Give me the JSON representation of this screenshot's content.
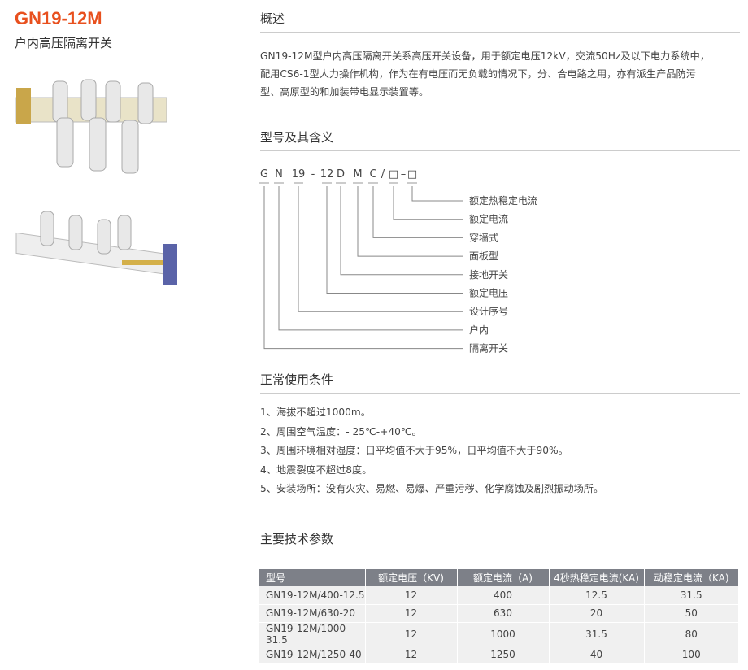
{
  "header": {
    "title": "GN19-12M",
    "subtitle": "户内高压隔离开关"
  },
  "overview": {
    "heading": "概述",
    "lines": [
      "GN19-12M型户内高压隔离开关系高压开关设备，用于额定电压12kV，交流50Hz及以下电力系统中，",
      "配用CS6-1型人力操作机构，作为在有电压而无负载的情况下，分、合电路之用，亦有派生产品防污",
      "型、高原型的和加装带电显示装置等。"
    ]
  },
  "model": {
    "heading": "型号及其含义",
    "codes": [
      "G",
      "N",
      "19",
      "-",
      "12",
      "D",
      "M",
      "C",
      "/",
      "□",
      "–",
      "□"
    ],
    "labels": [
      "额定热稳定电流",
      "额定电流",
      "穿墙式",
      "面板型",
      "接地开关",
      "额定电压",
      "设计序号",
      "户内",
      "隔离开关"
    ]
  },
  "conditions": {
    "heading": "正常使用条件",
    "items": [
      "1、海拔不超过1000m。",
      "2、周围空气温度：- 25℃-+40℃。",
      "3、周围环境相对湿度：日平均值不大于95%，日平均值不大于90%。",
      "4、地震裂度不超过8度。",
      "5、安装场所：没有火灾、易燃、易爆、严重污秽、化学腐蚀及剧烈振动场所。"
    ]
  },
  "specs": {
    "heading": "主要技术参数",
    "columns": [
      "型号",
      "额定电压（KV)",
      "额定电流（A)",
      "4秒热稳定电流(KA)",
      "动稳定电流（KA)"
    ],
    "rows": [
      [
        "GN19-12M/400-12.5",
        "12",
        "400",
        "12.5",
        "31.5"
      ],
      [
        "GN19-12M/630-20",
        "12",
        "630",
        "20",
        "50"
      ],
      [
        "GN19-12M/1000-31.5",
        "12",
        "1000",
        "31.5",
        "80"
      ],
      [
        "GN19-12M/1250-40",
        "12",
        "1250",
        "40",
        "100"
      ]
    ]
  },
  "colors": {
    "accent": "#e8501e",
    "table_header": "#7d8088"
  }
}
